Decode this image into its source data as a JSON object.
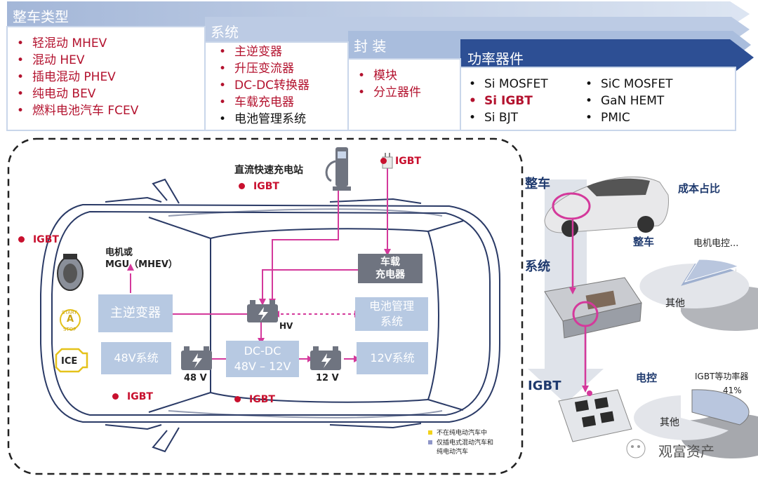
{
  "banner": {
    "vehicle": {
      "title": "整车类型",
      "items": [
        "轻混动 MHEV",
        "混动 HEV",
        "插电混动 PHEV",
        "纯电动 BEV",
        "燃料电池汽车 FCEV"
      ]
    },
    "system": {
      "title": "系统",
      "items": [
        "主逆变器",
        "升压变流器",
        "DC-DC转换器",
        "车载充电器",
        "电池管理系统"
      ]
    },
    "package": {
      "title": "封 装",
      "items": [
        "模块",
        "分立器件"
      ]
    },
    "power": {
      "title": "功率器件",
      "col1": [
        "Si MOSFET",
        "Si IGBT",
        "Si BJT"
      ],
      "col2": [
        "SiC MOSFET",
        "GaN HEMT",
        "PMIC"
      ]
    }
  },
  "car": {
    "dc_station": "直流快速充电站",
    "motor": "电机或\nMGU（MHEV）",
    "hv": "HV",
    "ice": "ICE",
    "start_top": "START",
    "start_bottom": "STOP",
    "start_letter": "A",
    "boxes": {
      "inverter": "主逆变器",
      "charger": "车载\n充电器",
      "bms": "电池管理\n系统",
      "sys48": "48V系统",
      "dcdc": "DC-DC\n48V – 12V",
      "sys12": "12V系统"
    },
    "batt48": "48 V",
    "batt12": "12 V",
    "igbt_labels": [
      "IGBT",
      "IGBT",
      "IGBT",
      "IGBT",
      "IGBT"
    ],
    "legend": [
      "不在纯电动汽车中",
      "仅插电式混动汽车和",
      "纯电动汽车"
    ]
  },
  "right": {
    "vehicle_label": "整车",
    "system_label": "系统",
    "igbt_label": "IGBT",
    "cost_title": "成本占比",
    "pie1": {
      "title": "整车",
      "slice_label": "电机电控...",
      "other_label": "其他"
    },
    "pie2": {
      "title": "电控",
      "slice_label": "IGBT等功率器",
      "slice_pct": "41%",
      "other_label": "其他"
    },
    "watermark": "观富资产"
  },
  "colors": {
    "red": "#c8102e",
    "band_light": "#c9d6ea",
    "band_dark": "#2d4f94",
    "box": "#b7c9e2",
    "magenta": "#d4399b"
  }
}
